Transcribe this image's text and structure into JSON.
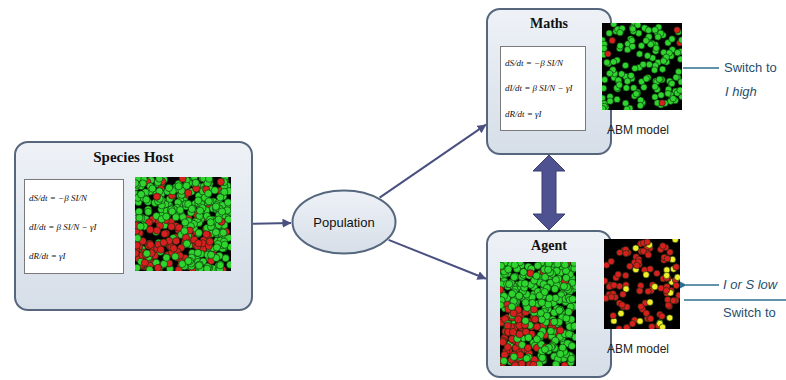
{
  "diagram": {
    "nodes": [
      {
        "text": [
          "Species Host"
        ]
      },
      {
        "text": [
          "dS/dt = −β SI/N",
          "dI/dt = β SI/N − γI",
          "dR/dt = γI"
        ],
        "in": 0
      },
      {
        "text": [
          "Population"
        ]
      },
      {
        "text": [
          "Maths"
        ]
      },
      {
        "text": [
          "dS/dt = −β SI/N",
          "dI/dt = β SI/N − γI",
          "dR/dt = γI"
        ],
        "in": 3
      },
      {
        "text": [
          "Agent"
        ]
      }
    ],
    "edges": [
      {
        "from": 0,
        "to": 2,
        "arrow": "to"
      },
      {
        "from": 2,
        "to": 3,
        "arrow": "to"
      },
      {
        "from": 2,
        "to": 5,
        "arrow": "to"
      },
      {
        "from": 3,
        "to": 5,
        "arrow": "both"
      }
    ],
    "labels": [
      "ABM model",
      "Switch to",
      "I high",
      "ABM model",
      "I or S low",
      "Switch to"
    ]
  }
}
